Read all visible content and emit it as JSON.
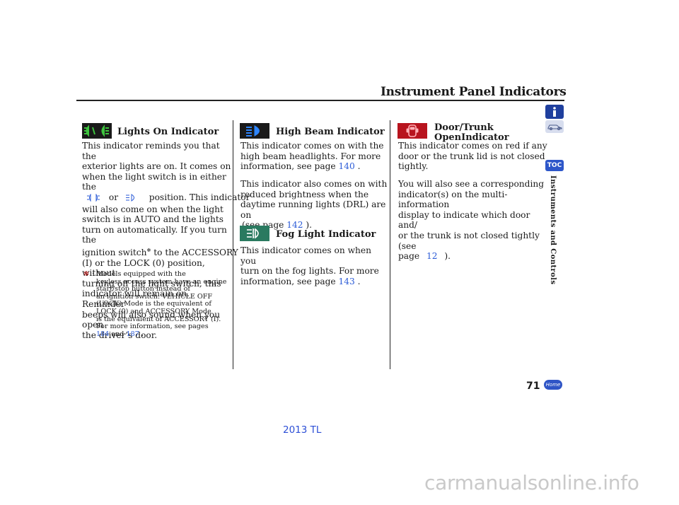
{
  "title": "Instrument Panel Indicators",
  "col1": {
    "heading": "Lights On Indicator",
    "lines": [
      "This indicator reminds you that the",
      "exterior lights are on. It comes on",
      "when the light switch is in either the"
    ],
    "or": "or",
    "position_text": "position. This indicator",
    "lines2": [
      "will also come on when the light",
      "switch is in AUTO and the lights",
      "turn on automatically. If you turn the"
    ],
    "ignition_pre": "ignition switch",
    "asterisk": "✻",
    "ignition_post": " to the ACCESSORY",
    "lines3": [
      "(I) or the LOCK (0) position, without",
      "turning off the light switch, this",
      "indicator will remain on. Reminder",
      "beeps will also sound when you open",
      "the driver’s door."
    ],
    "footnote_mark": "✻",
    "footnote_colon": ":",
    "footnote_lines": [
      "Models equipped with the",
      "keyless access system have an engine",
      "start/stop button instead of",
      "an ignition switch. VEHICLE OFF",
      "(LOCK) Mode is the equivalent of",
      "LOCK (0) and ACCESSORY Mode",
      "is the equivalent of ACCESSORY (I).",
      "For more information, see pages"
    ],
    "fn_page1": "184",
    "fn_and": "and",
    "fn_page2": "187",
    "fn_end": "."
  },
  "col2": {
    "heading1": "High Beam Indicator",
    "p1_lines": [
      "This indicator comes on with the",
      "high beam headlights. For more"
    ],
    "p1_last": "information, see page",
    "p1_page": "140",
    "p1_end": ".",
    "p2_lines": [
      "This indicator also comes on with",
      "reduced brightness when the",
      "daytime running lights (DRL) are on"
    ],
    "p2_last": "(see page",
    "p2_page": "142",
    "p2_end": ").",
    "heading2": "Fog Light Indicator",
    "p3_lines": [
      "This indicator comes on when you",
      "turn on the fog lights. For more"
    ],
    "p3_last": "information, see page",
    "p3_page": "143",
    "p3_end": "."
  },
  "col3": {
    "heading_l1": "Door/Trunk",
    "heading_l2": "OpenIndicator",
    "p1_lines": [
      "This indicator comes on red if any",
      "door or the trunk lid is not closed",
      "tightly."
    ],
    "p2_lines": [
      "You will also see a corresponding",
      "indicator(s) on the multi-information",
      "display to indicate which door and/",
      "or the trunk is not closed tightly (see"
    ],
    "p2_last": "page",
    "p2_page": "12",
    "p2_end": ")."
  },
  "sidebar": {
    "toc_label": "TOC",
    "section_label": "Instruments and Controls"
  },
  "footer": {
    "page_number": "71",
    "home_label": "Home",
    "model": "2013 TL"
  },
  "watermark": "carmanualsonline.info",
  "colors": {
    "link": "#2b5bd7",
    "lights_indicator_green": "#3ec43e",
    "high_beam_blue": "#2f86ff",
    "fog_green_bg": "#2a7a60",
    "door_red": "#b8141e",
    "toc_blue": "#2d56c9"
  }
}
